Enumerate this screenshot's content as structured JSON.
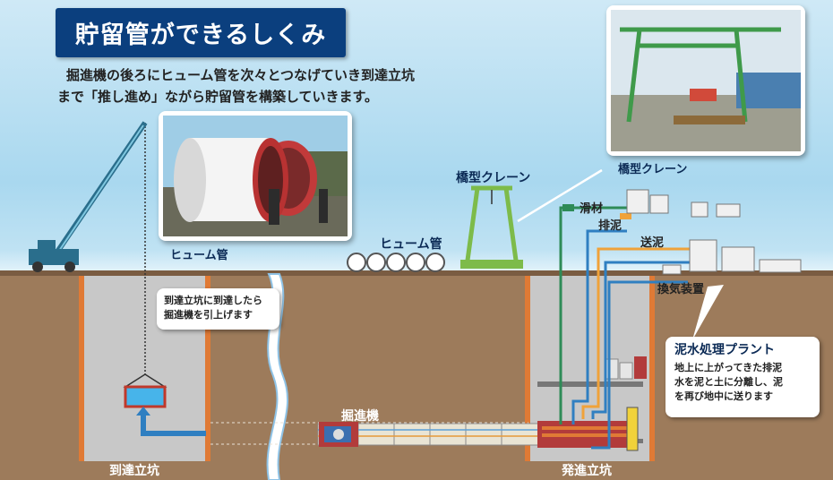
{
  "title": "貯留管ができるしくみ",
  "intro": {
    "line1": "掘進機の後ろにヒューム管を次々とつなげていき到達立坑",
    "line2": "まで「推し進め」ながら貯留管を構築していきます。"
  },
  "labels": {
    "hume_pipe_photo": "ヒューム管",
    "hume_pipe_stack": "ヒューム管",
    "gantry_crane": "橋型クレーン",
    "gantry_crane_photo": "橋型クレーン",
    "lubricant": "滑材",
    "mud_discharge": "排泥",
    "mud_supply": "送泥",
    "ventilation": "換気装置",
    "tbm": "掘進機",
    "arrival_shaft": "到達立坑",
    "launch_shaft": "発進立坑"
  },
  "callouts": {
    "arrival": {
      "line1": "到達立坑に到達したら",
      "line2": "掘進機を引上げます"
    },
    "plant": {
      "title": "泥水処理プラント",
      "line1": "地上に上がってきた排泥",
      "line2": "水を泥と土に分離し、泥",
      "line3": "を再び地中に送ります"
    }
  },
  "colors": {
    "title_bg": "#0b3f7e",
    "soil": "#9d7b5b",
    "shaft_wall": "#e07a35",
    "lubricant_line": "#2e8b57",
    "mud_discharge_line": "#f0a23a",
    "mud_supply_line": "#2f7fc1",
    "crane_green": "#7dbb4a"
  }
}
